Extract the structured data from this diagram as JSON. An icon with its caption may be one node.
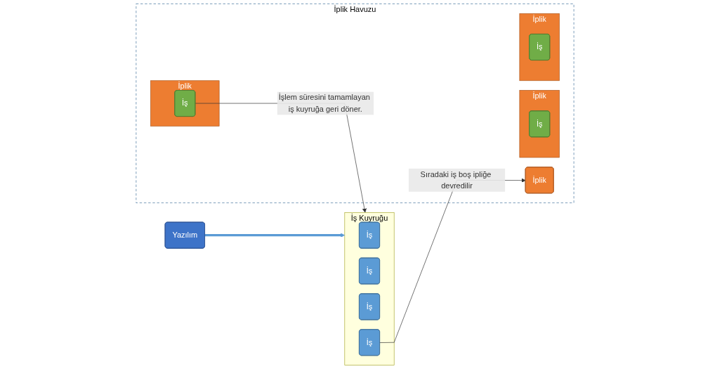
{
  "diagram": {
    "nodes": [
      {
        "text": [
          "Yazılım"
        ]
      },
      {
        "text": [
          "İş Kuyruğu"
        ]
      },
      {
        "text": [
          "İş"
        ],
        "in": 1
      },
      {
        "text": [
          "İş"
        ],
        "in": 1
      },
      {
        "text": [
          "İş"
        ],
        "in": 1
      },
      {
        "text": [
          "İş"
        ],
        "in": 1
      },
      {
        "text": [
          "İplik Havuzu"
        ]
      },
      {
        "text": [
          "İplik"
        ],
        "in": 6
      },
      {
        "text": [
          "İş"
        ],
        "in": 7
      },
      {
        "text": [
          "İplik"
        ],
        "in": 6
      },
      {
        "text": [
          "İş"
        ],
        "in": 9
      },
      {
        "text": [
          "İplik"
        ],
        "in": 6
      },
      {
        "text": [
          "İplik"
        ],
        "in": 6
      },
      {
        "text": [
          "İş"
        ],
        "in": 12
      }
    ],
    "edges": [
      {
        "from": 0,
        "to": 1,
        "arrow": "to",
        "style": "thick",
        "color": "#5b9bd5"
      },
      {
        "from": 5,
        "to": 11,
        "arrow": "to",
        "label": "Sıradaki iş boş ipliğe devredilir"
      },
      {
        "from": 13,
        "to": 1,
        "arrow": "to",
        "label": "İşlem süresini tamamlayan iş kuyruğa geri döner."
      }
    ]
  }
}
